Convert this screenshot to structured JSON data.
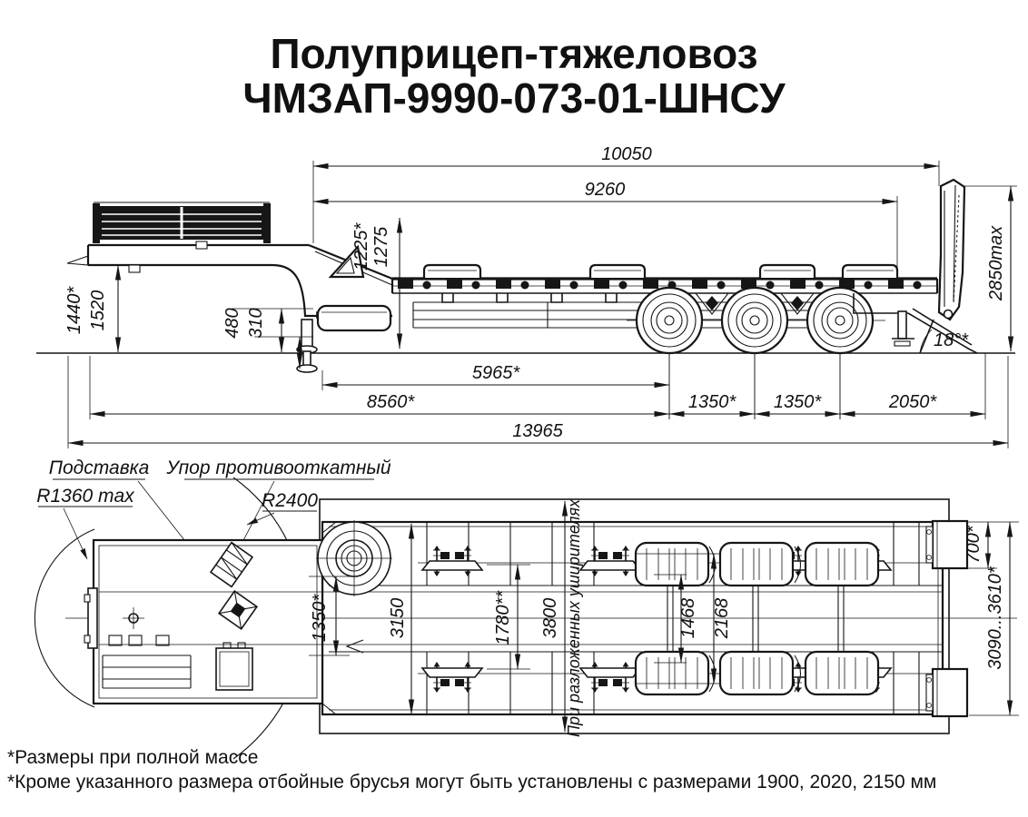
{
  "title": {
    "line1": "Полуприцеп-тяжеловоз",
    "line2": "ЧМЗАП-9990-073-01-ШНСУ"
  },
  "side_view": {
    "dims": {
      "d10050": "10050",
      "d9260": "9260",
      "d1225": "1225*",
      "d1275": "1275",
      "d1440": "1440*",
      "d1520": "1520",
      "d480": "480",
      "d310": "310",
      "d2850": "2850max",
      "angle": "18°*",
      "d5965": "5965*",
      "d8560": "8560*",
      "d1350a": "1350*",
      "d1350b": "1350*",
      "d2050": "2050*",
      "d13965": "13965"
    }
  },
  "plan_view": {
    "callouts": {
      "stand": "Подставка",
      "chock": "Упор противооткатный",
      "r_inner": "R1360 max",
      "r_outer": "R2400"
    },
    "dims": {
      "d1350": "1350*",
      "d3150": "3150",
      "d1780": "1780**",
      "d3800": "3800",
      "d1468": "1468",
      "d2168": "2168",
      "d700": "700*",
      "d3090": "3090...3610*"
    },
    "widener_note": "При разложенных уширителях"
  },
  "footnotes": {
    "note1": "*Размеры при полной массе",
    "note2": "*Кроме указанного размера отбойные брусья могут быть установлены с размерами 1900, 2020, 2150 мм"
  }
}
